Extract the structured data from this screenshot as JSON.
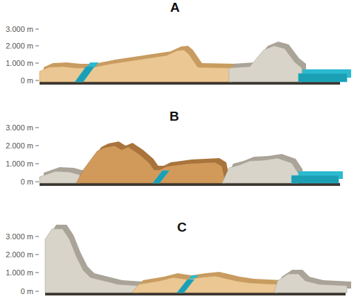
{
  "diagram": {
    "labels": [
      "A",
      "3.000 m",
      "2.000 m",
      "1.000 m",
      "0 m",
      "B",
      "3.000 m",
      "2.000 m",
      "1.000 m",
      "0 m",
      "C",
      "3.000 m",
      "2.000 m",
      "1.000 m",
      "0 m"
    ]
  }
}
